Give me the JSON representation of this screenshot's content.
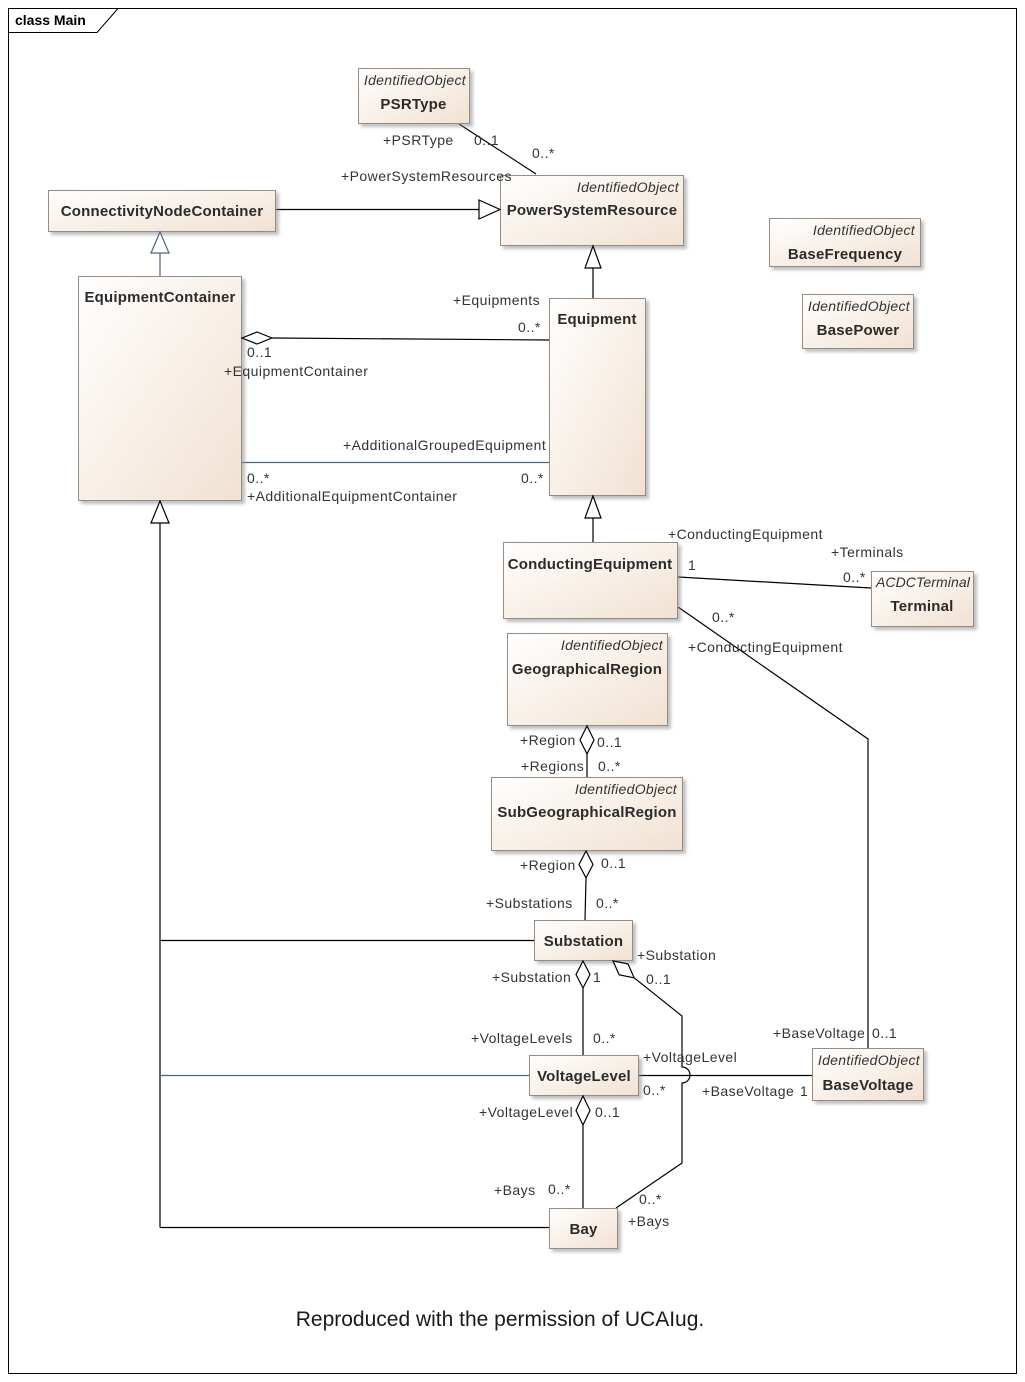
{
  "diagram": {
    "frame_title": "class Main",
    "caption": "Reproduced with the permission of UCAIug."
  },
  "classes": {
    "psr_type": {
      "stereotype": "IdentifiedObject",
      "name": "PSRType"
    },
    "connectivity_node_container": {
      "name": "ConnectivityNodeContainer"
    },
    "power_system_resource": {
      "stereotype": "IdentifiedObject",
      "name": "PowerSystemResource"
    },
    "base_frequency": {
      "stereotype": "IdentifiedObject",
      "name": "BaseFrequency"
    },
    "base_power": {
      "stereotype": "IdentifiedObject",
      "name": "BasePower"
    },
    "equipment_container": {
      "name": "EquipmentContainer"
    },
    "equipment": {
      "name": "Equipment"
    },
    "conducting_equipment": {
      "name": "ConductingEquipment"
    },
    "terminal": {
      "stereotype": "ACDCTerminal",
      "name": "Terminal"
    },
    "geographical_region": {
      "stereotype": "IdentifiedObject",
      "name": "GeographicalRegion"
    },
    "sub_geographical_region": {
      "stereotype": "IdentifiedObject",
      "name": "SubGeographicalRegion"
    },
    "substation": {
      "name": "Substation"
    },
    "voltage_level": {
      "name": "VoltageLevel"
    },
    "base_voltage": {
      "stereotype": "IdentifiedObject",
      "name": "BaseVoltage"
    },
    "bay": {
      "name": "Bay"
    }
  },
  "associations": {
    "psr_type": {
      "psr_type_end": {
        "role": "+PSRType",
        "multiplicity": "0..1"
      },
      "resource_end": {
        "role": "+PowerSystemResources",
        "multiplicity": "0..*"
      }
    },
    "equipments": {
      "container_end": {
        "role": "+EquipmentContainer",
        "multiplicity": "0..1"
      },
      "equipment_end": {
        "role": "+Equipments",
        "multiplicity": "0..*"
      }
    },
    "additional_grouped": {
      "container_end": {
        "role": "+AdditionalEquipmentContainer",
        "multiplicity": "0..*"
      },
      "equipment_end": {
        "role": "+AdditionalGroupedEquipment",
        "multiplicity": "0..*"
      }
    },
    "terminals": {
      "conducting_equipment_end": {
        "role": "+ConductingEquipment",
        "multiplicity": "1"
      },
      "terminal_end": {
        "role": "+Terminals",
        "multiplicity": "0..*"
      }
    },
    "conducting_base_voltage": {
      "conducting_equipment_end": {
        "role": "+ConductingEquipment",
        "multiplicity": "0..*"
      },
      "base_voltage_end": {
        "role": "+BaseVoltage",
        "multiplicity": "0..1"
      }
    },
    "region_sub_regions": {
      "region_end": {
        "role": "+Region",
        "multiplicity": "0..1"
      },
      "sub_region_end": {
        "role": "+Regions",
        "multiplicity": "0..*"
      }
    },
    "region_substations": {
      "region_end": {
        "role": "+Region",
        "multiplicity": "0..1"
      },
      "substation_end": {
        "role": "+Substations",
        "multiplicity": "0..*"
      }
    },
    "substation_voltage_levels": {
      "substation_end": {
        "role": "+Substation",
        "multiplicity": "1"
      },
      "voltage_level_end": {
        "role": "+VoltageLevels",
        "multiplicity": "0..*"
      }
    },
    "substation_bays": {
      "substation_end": {
        "role": "+Substation",
        "multiplicity": "0..1"
      },
      "bay_end": {
        "role": "+Bays",
        "multiplicity": "0..*"
      }
    },
    "voltage_level_base_voltage": {
      "voltage_level_end": {
        "role": "+VoltageLevel",
        "multiplicity": "0..*"
      },
      "base_voltage_end": {
        "role": "+BaseVoltage",
        "multiplicity": "1"
      }
    },
    "voltage_level_bays": {
      "voltage_level_end": {
        "role": "+VoltageLevel",
        "multiplicity": "0..1"
      },
      "bay_end": {
        "role": "+Bays",
        "multiplicity": "0..*"
      }
    }
  },
  "colors": {
    "class_fill_light": "#ffffff",
    "class_fill_dark": "#f1e1d2",
    "class_border": "#978c82",
    "connector": "#000000",
    "connector_alt": "#4f6480"
  }
}
